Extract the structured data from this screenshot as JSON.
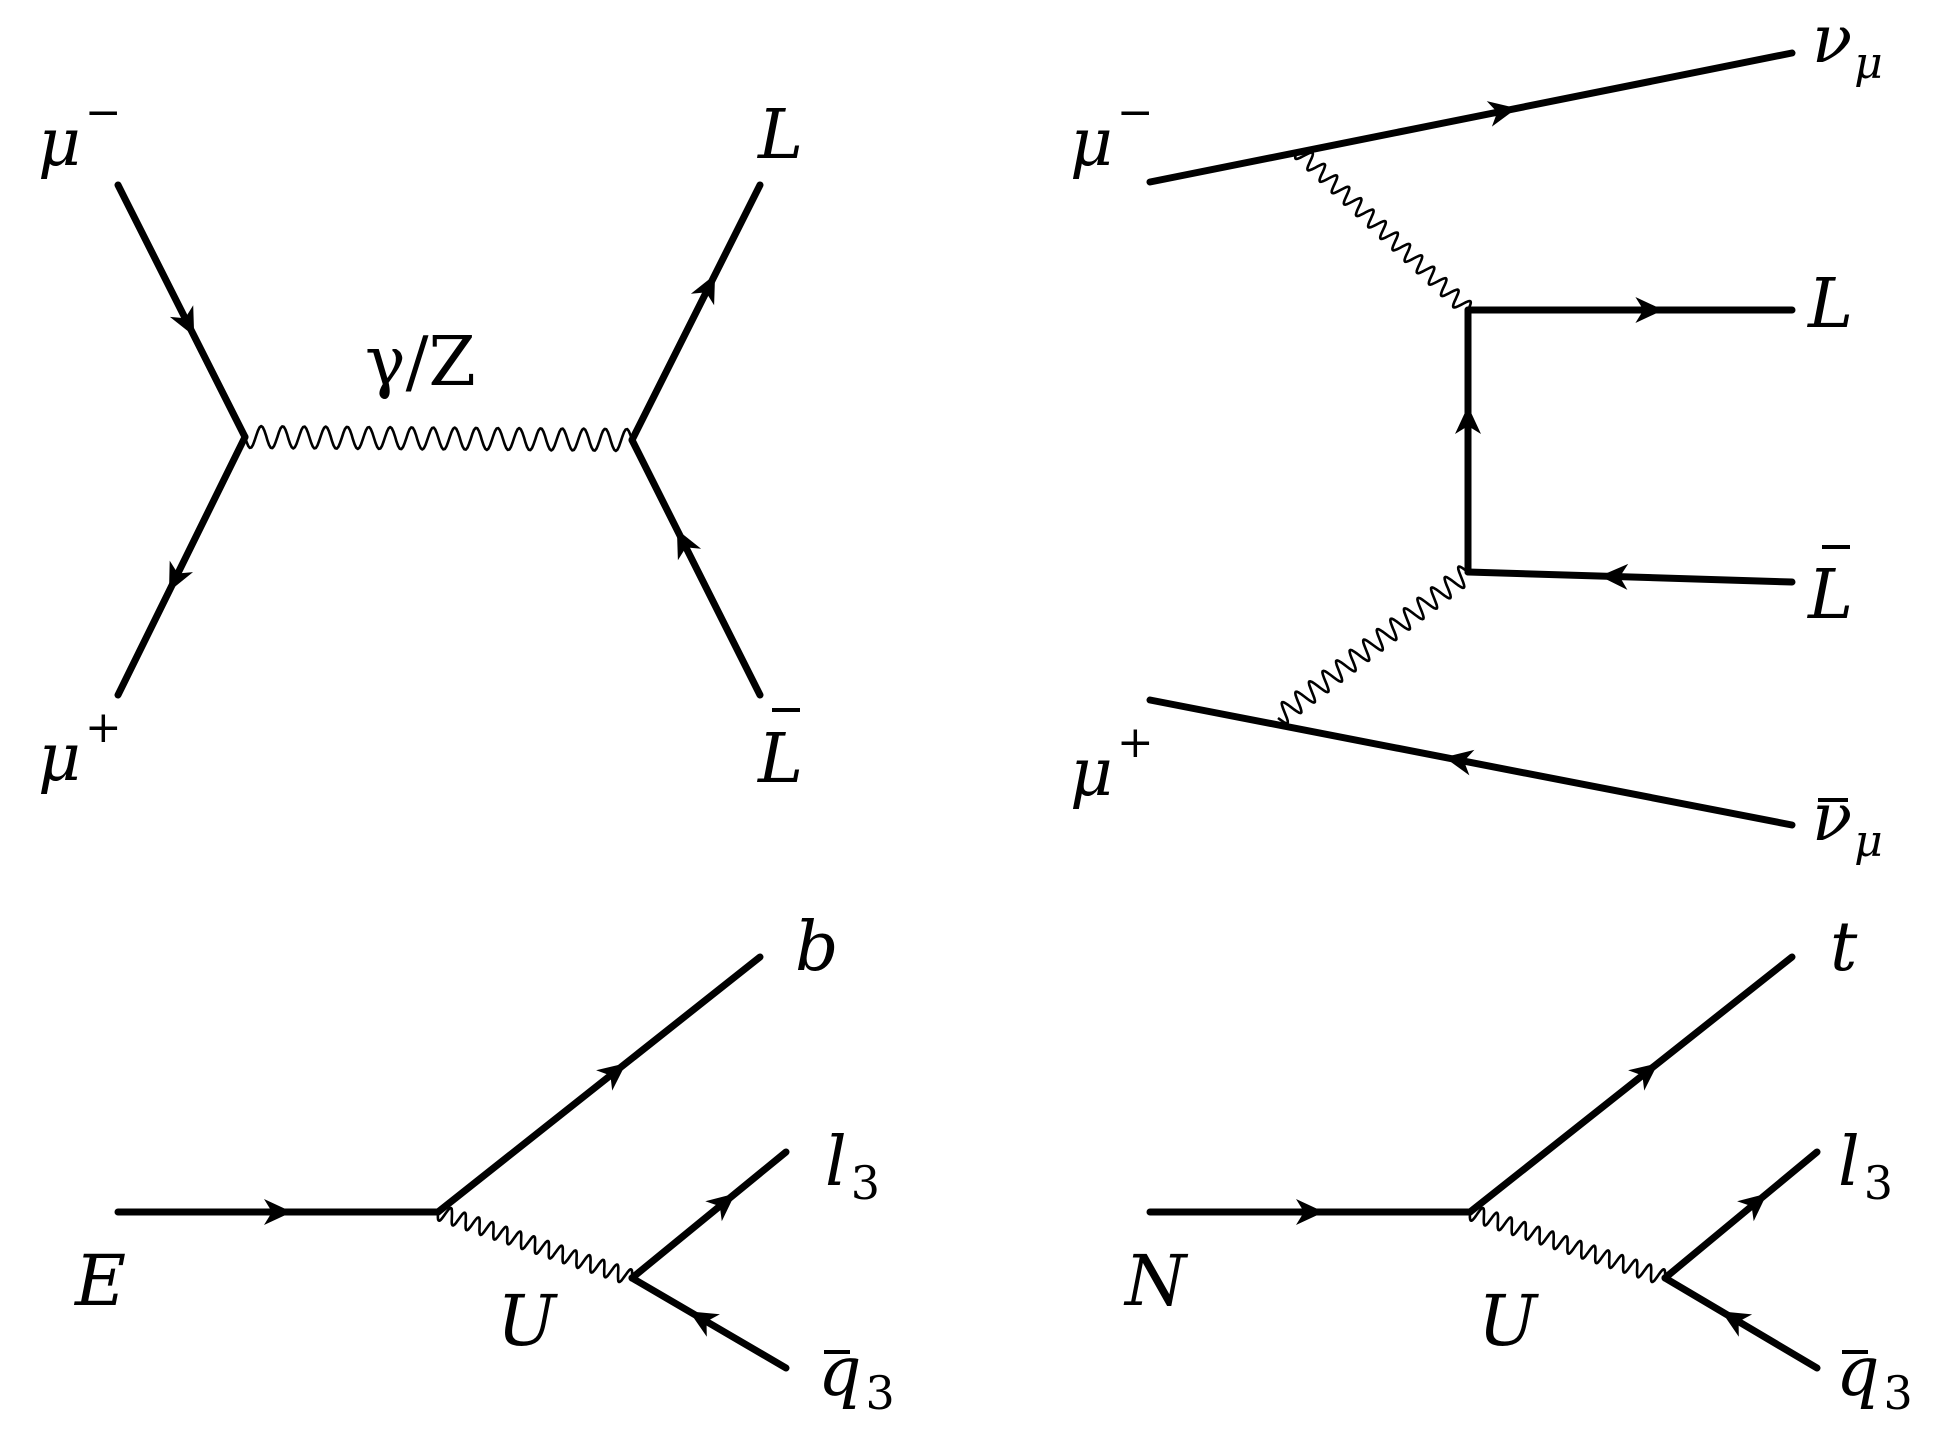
{
  "colors": {
    "ink": "#000000",
    "background": "#ffffff"
  },
  "diagrams": [
    {
      "id": "annihilation",
      "labels": {
        "mu_minus": {
          "base": "μ",
          "sup": "−"
        },
        "mu_plus": {
          "base": "μ",
          "sup": "+"
        },
        "boson": "γ/Z",
        "lepton": "L",
        "anti_lepton": "L"
      }
    },
    {
      "id": "vector-boson-fusion",
      "labels": {
        "mu_minus": {
          "base": "μ",
          "sup": "−"
        },
        "mu_plus": {
          "base": "μ",
          "sup": "+"
        },
        "nu_mu": {
          "base": "ν",
          "sub": "μ"
        },
        "anti_nu_mu": {
          "base": "ν",
          "sub": "μ"
        },
        "lepton": "L",
        "anti_lepton": "L"
      }
    },
    {
      "id": "charged-decay",
      "labels": {
        "initial": "E",
        "quark": "b",
        "mediator": "U",
        "lepton": {
          "base": "l",
          "sub": "3"
        },
        "anti_quark": {
          "base": "q",
          "sub": "3"
        }
      }
    },
    {
      "id": "neutral-decay",
      "labels": {
        "initial": "N",
        "quark": "t",
        "mediator": "U",
        "lepton": {
          "base": "l",
          "sub": "3"
        },
        "anti_quark": {
          "base": "q",
          "sub": "3"
        }
      }
    }
  ]
}
